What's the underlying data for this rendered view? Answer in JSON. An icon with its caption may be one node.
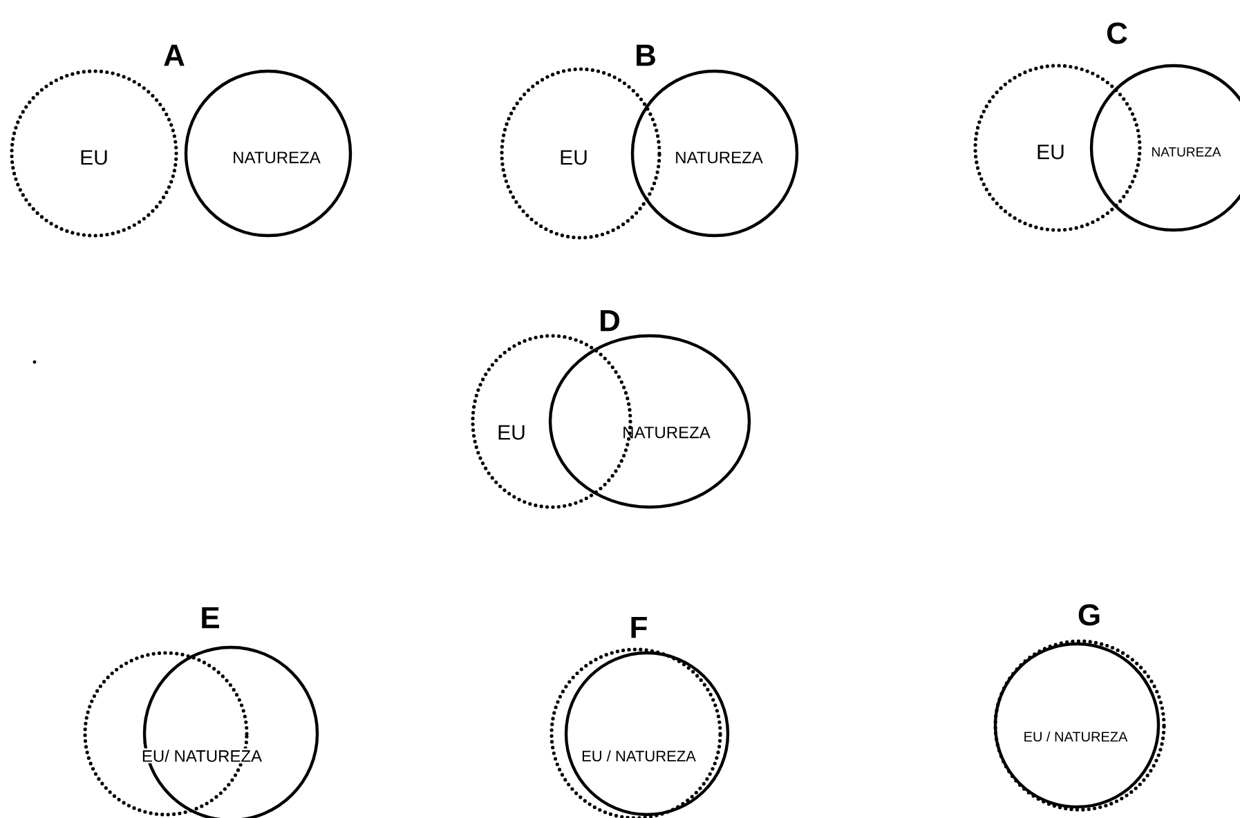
{
  "diagram": {
    "nodes": [
      {
        "text": [
          "EU"
        ]
      },
      {
        "text": [
          "NATUREZA"
        ]
      },
      {
        "text": [
          "EU"
        ]
      },
      {
        "text": [
          "NATUREZA"
        ]
      },
      {
        "text": [
          "EU"
        ]
      },
      {
        "text": [
          "NATUREZA"
        ]
      },
      {
        "text": [
          "EU"
        ]
      },
      {
        "text": [
          "NATUREZA"
        ]
      },
      {
        "text": [
          "EU/ NATUREZA"
        ]
      },
      {
        "text": [],
        "shape": "circle"
      },
      {
        "text": [],
        "shape": "circle"
      },
      {
        "text": [
          "EU / NATUREZA"
        ]
      },
      {
        "text": [],
        "shape": "circle"
      },
      {
        "text": [
          "EU / NATUREZA"
        ]
      }
    ],
    "labels": [
      "A",
      "B",
      "C",
      "D",
      "E",
      "F",
      "G"
    ]
  }
}
